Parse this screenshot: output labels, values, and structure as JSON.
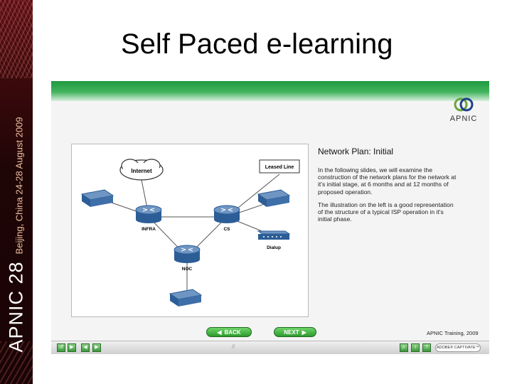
{
  "slide": {
    "title": "Self Paced e-learning"
  },
  "banner": {
    "conference": "APNIC 28",
    "location": "Beijing, China  24-28 August 2009"
  },
  "logo": {
    "name": "APNIC"
  },
  "diagram": {
    "internet_label": "Internet",
    "leased_line_label": "Leased Line",
    "infra_label": "INFRA",
    "cs_label": "CS",
    "noc_label": "NOC",
    "dialup_label": "Dialup"
  },
  "text_panel": {
    "heading": "Network Plan: Initial",
    "paragraph1_lines": [
      "In the following slides, we will examine the",
      "construction of the network plans for the network at",
      "it's initial stage, at 6 months and at 12 months of",
      "proposed operation."
    ],
    "paragraph2_lines": [
      "The illustration on the left is a good representation",
      "of the structure of a typical ISP operation in it's",
      "initial phase."
    ]
  },
  "navigation": {
    "back_label": "BACK",
    "next_label": "NEXT"
  },
  "footer": {
    "training_label": "APNIC Training, 2009",
    "progress_marker": "//",
    "adobe_badge": "ADOBE® CAPTIVATE™"
  },
  "colors": {
    "banner_dark": "#3e0a0c",
    "top_band_green": "#1f9a3e",
    "button_green": "#2d9a2d",
    "router_blue": "#2c5d96"
  },
  "icons": {
    "rewind": "rewind-icon",
    "play": "play-icon",
    "prev": "previous-icon",
    "next_frame": "next-frame-icon",
    "audio": "speaker-icon",
    "info": "info-icon"
  }
}
